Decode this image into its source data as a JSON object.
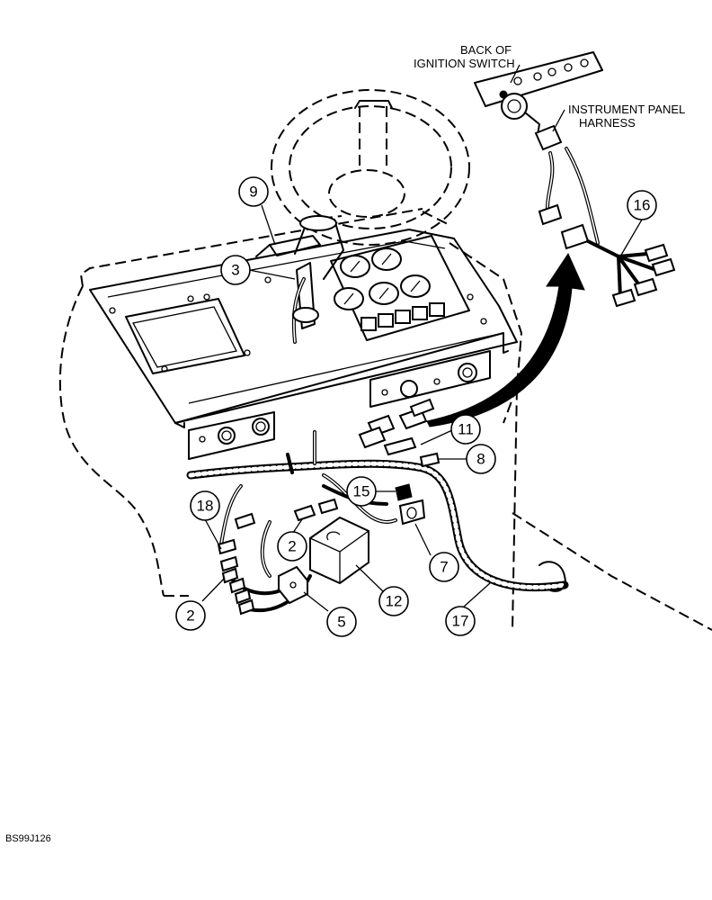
{
  "labels": {
    "back_of_ignition_switch_line1": "BACK OF",
    "back_of_ignition_switch_line2": "IGNITION SWITCH",
    "instrument_panel_line1": "INSTRUMENT PANEL",
    "instrument_panel_line2": "HARNESS"
  },
  "callouts": {
    "c9": "9",
    "c3": "3",
    "c16": "16",
    "c11": "11",
    "c8": "8",
    "c15": "15",
    "c18": "18",
    "c2_upper": "2",
    "c7": "7",
    "c12": "12",
    "c2_lower": "2",
    "c5": "5",
    "c17": "17"
  },
  "figure_code": "BS99J126"
}
